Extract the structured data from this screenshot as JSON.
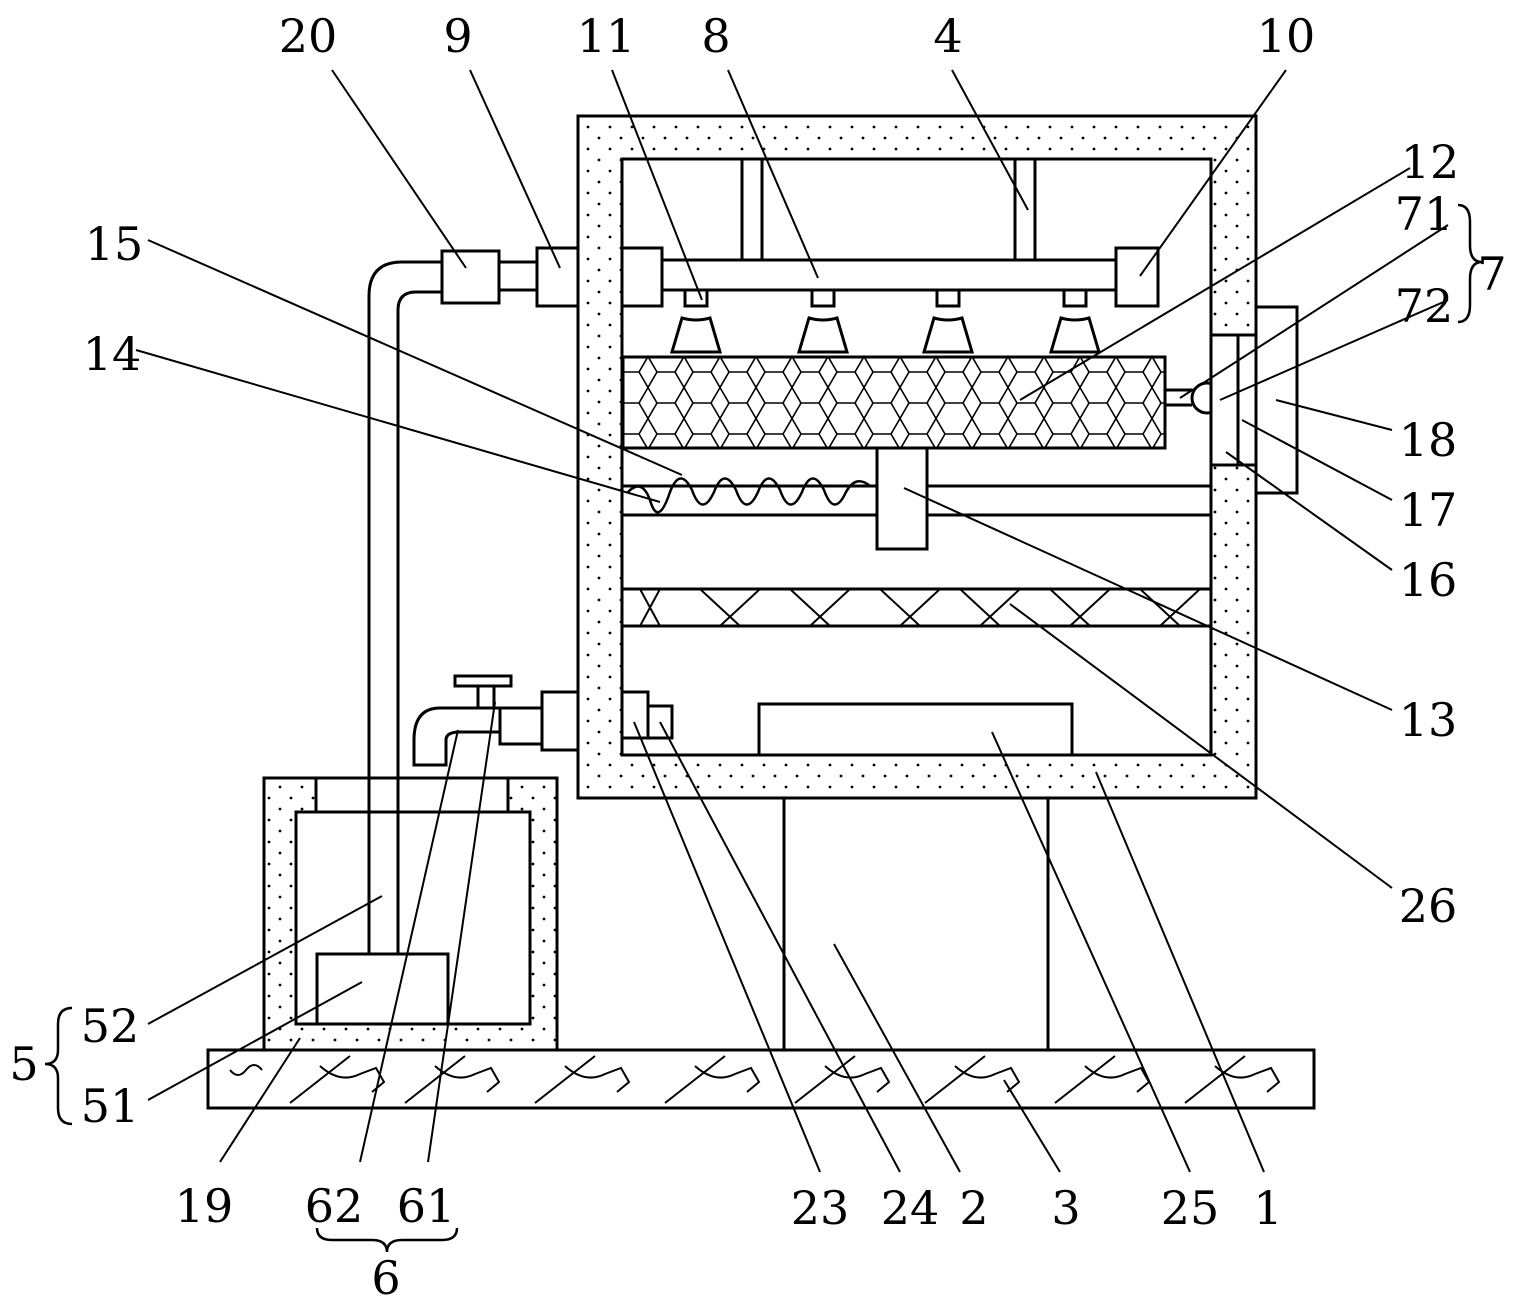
{
  "diagram": {
    "callouts": {
      "c20": "20",
      "c9": "9",
      "c11": "11",
      "c8": "8",
      "c4": "4",
      "c10": "10",
      "c12": "12",
      "c71": "71",
      "c72": "72",
      "c7": "7",
      "c15": "15",
      "c14": "14",
      "c18": "18",
      "c17": "17",
      "c16": "16",
      "c13": "13",
      "c26": "26",
      "c52": "52",
      "c5": "5",
      "c51": "51",
      "c19": "19",
      "c62": "62",
      "c61": "61",
      "c6": "6",
      "c23": "23",
      "c24": "24",
      "c2": "2",
      "c3": "3",
      "c25": "25",
      "c1": "1"
    },
    "colors": {
      "stroke": "#000000",
      "background": "#ffffff"
    }
  }
}
